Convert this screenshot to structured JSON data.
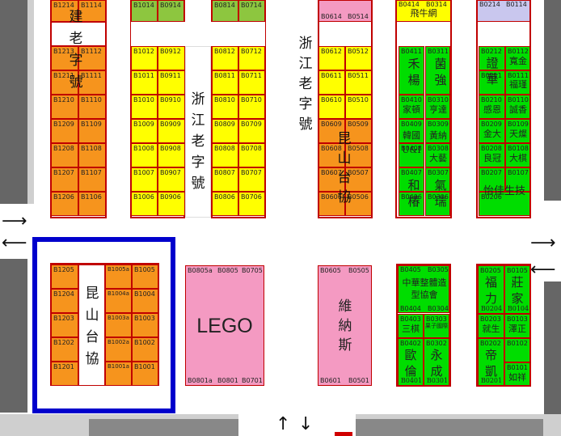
{
  "colors": {
    "highlight": "#0000cc",
    "border": "#c00000",
    "orange": "#f6941d",
    "yellow": "#ffff00",
    "green": "#00dd00",
    "pink": "#f49ac2",
    "olive": "#8dc63f"
  },
  "labels": {
    "zhejiang_left": "浙江老字號",
    "zhejiang_mid": "浙江老字號",
    "kunshan_top": "昆山台協",
    "kunshan_bottom": "昆山台協",
    "lego": "LEGO",
    "weinasi": "維納斯",
    "jian_left": "建老字號",
    "feiniu": "飛牛網"
  },
  "col1": {
    "a": [
      "B1214",
      "B1213",
      "B1211",
      "B1210",
      "B1209",
      "B1208",
      "B1207",
      "B1206"
    ],
    "b": [
      "B1114",
      "B1112",
      "B1111",
      "B1110",
      "B1109",
      "B1108",
      "B1107",
      "B1106"
    ]
  },
  "col2": {
    "top": [
      "B1014",
      "B0914"
    ],
    "a": [
      "B1012",
      "B1011",
      "B1010",
      "B1009",
      "B1008",
      "B1007",
      "B1006"
    ],
    "b": [
      "B0912",
      "B0911",
      "B0910",
      "B0909",
      "B0908",
      "B0907",
      "B0906"
    ]
  },
  "col3": {
    "top": [
      "B0814",
      "B0714"
    ],
    "a": [
      "B0812",
      "B0811",
      "B0810",
      "B0809",
      "B0808",
      "B0807",
      "B0806"
    ],
    "b": [
      "B0712",
      "B0711",
      "B0710",
      "B0709",
      "B0708",
      "B0707",
      "B0706"
    ]
  },
  "col4": {
    "top": [
      "B0614",
      "B0514"
    ],
    "a": [
      "B0612",
      "B0611",
      "B0610",
      "B0609",
      "B0608",
      "B0607",
      "B0606"
    ],
    "b": [
      "B0512",
      "B0511",
      "B0510",
      "B0509",
      "B0508",
      "B0507",
      "B0506"
    ]
  },
  "col5": {
    "top": [
      "B0414",
      "B0314"
    ],
    "cells": [
      "B0411",
      "B0311",
      "B0410",
      "B0310",
      "B0409",
      "B0309",
      "B0408",
      "B0308",
      "B0407",
      "B0307",
      "B0406",
      "B0306"
    ],
    "text": [
      "禾",
      "菌",
      "楊",
      "強",
      "家頓",
      "亨達",
      "韓國",
      "黃納",
      "U&I",
      "大藝",
      "和",
      "氣",
      "椿",
      "瑞"
    ]
  },
  "col6": {
    "top": [
      "B0214",
      "B0114"
    ],
    "cells": [
      "B0212",
      "B0112",
      "B0211",
      "B0111",
      "B0210",
      "B0110",
      "B0209",
      "B0109",
      "B0208",
      "B0108",
      "B0207",
      "B0107",
      "B0206",
      "B0106"
    ],
    "text": [
      "證",
      "寬金",
      "華",
      "福瑾",
      "感恩",
      "誠香",
      "金大",
      "天燦",
      "良冠",
      "大棋",
      "怡佳生技"
    ]
  },
  "bottom1": {
    "a": [
      "B1205",
      "B1204",
      "B1203",
      "B1202",
      "B1201"
    ],
    "b": [
      "B1005a",
      "B1004a",
      "B1003a",
      "B1002a",
      "B1001a"
    ],
    "c": [
      "B1005",
      "B1004",
      "B1003",
      "B1002",
      "B1001"
    ]
  },
  "lego_codes": [
    "B0805a",
    "B0805",
    "B0705",
    "B0801a",
    "B0801",
    "B0701"
  ],
  "weinasi_codes": [
    "B0605",
    "B0505",
    "B0601",
    "B0501"
  ],
  "bottom5": {
    "codes": [
      "B0405",
      "B0305",
      "B0404",
      "B0304",
      "B0403",
      "B0303",
      "B0402",
      "B0302",
      "B0401",
      "B0301"
    ],
    "text": [
      "中華整體造",
      "型協會",
      "三棋",
      "果子國際",
      "歐",
      "永",
      "倫",
      "成"
    ]
  },
  "bottom6": {
    "codes": [
      "B0205",
      "B0105",
      "B0204",
      "B0104",
      "B0203",
      "B0103",
      "B0202",
      "B0102",
      "B0201",
      "B0101"
    ],
    "text": [
      "福",
      "莊",
      "力",
      "家",
      "就生",
      "澤正",
      "帝",
      "凱",
      "如祥"
    ]
  }
}
